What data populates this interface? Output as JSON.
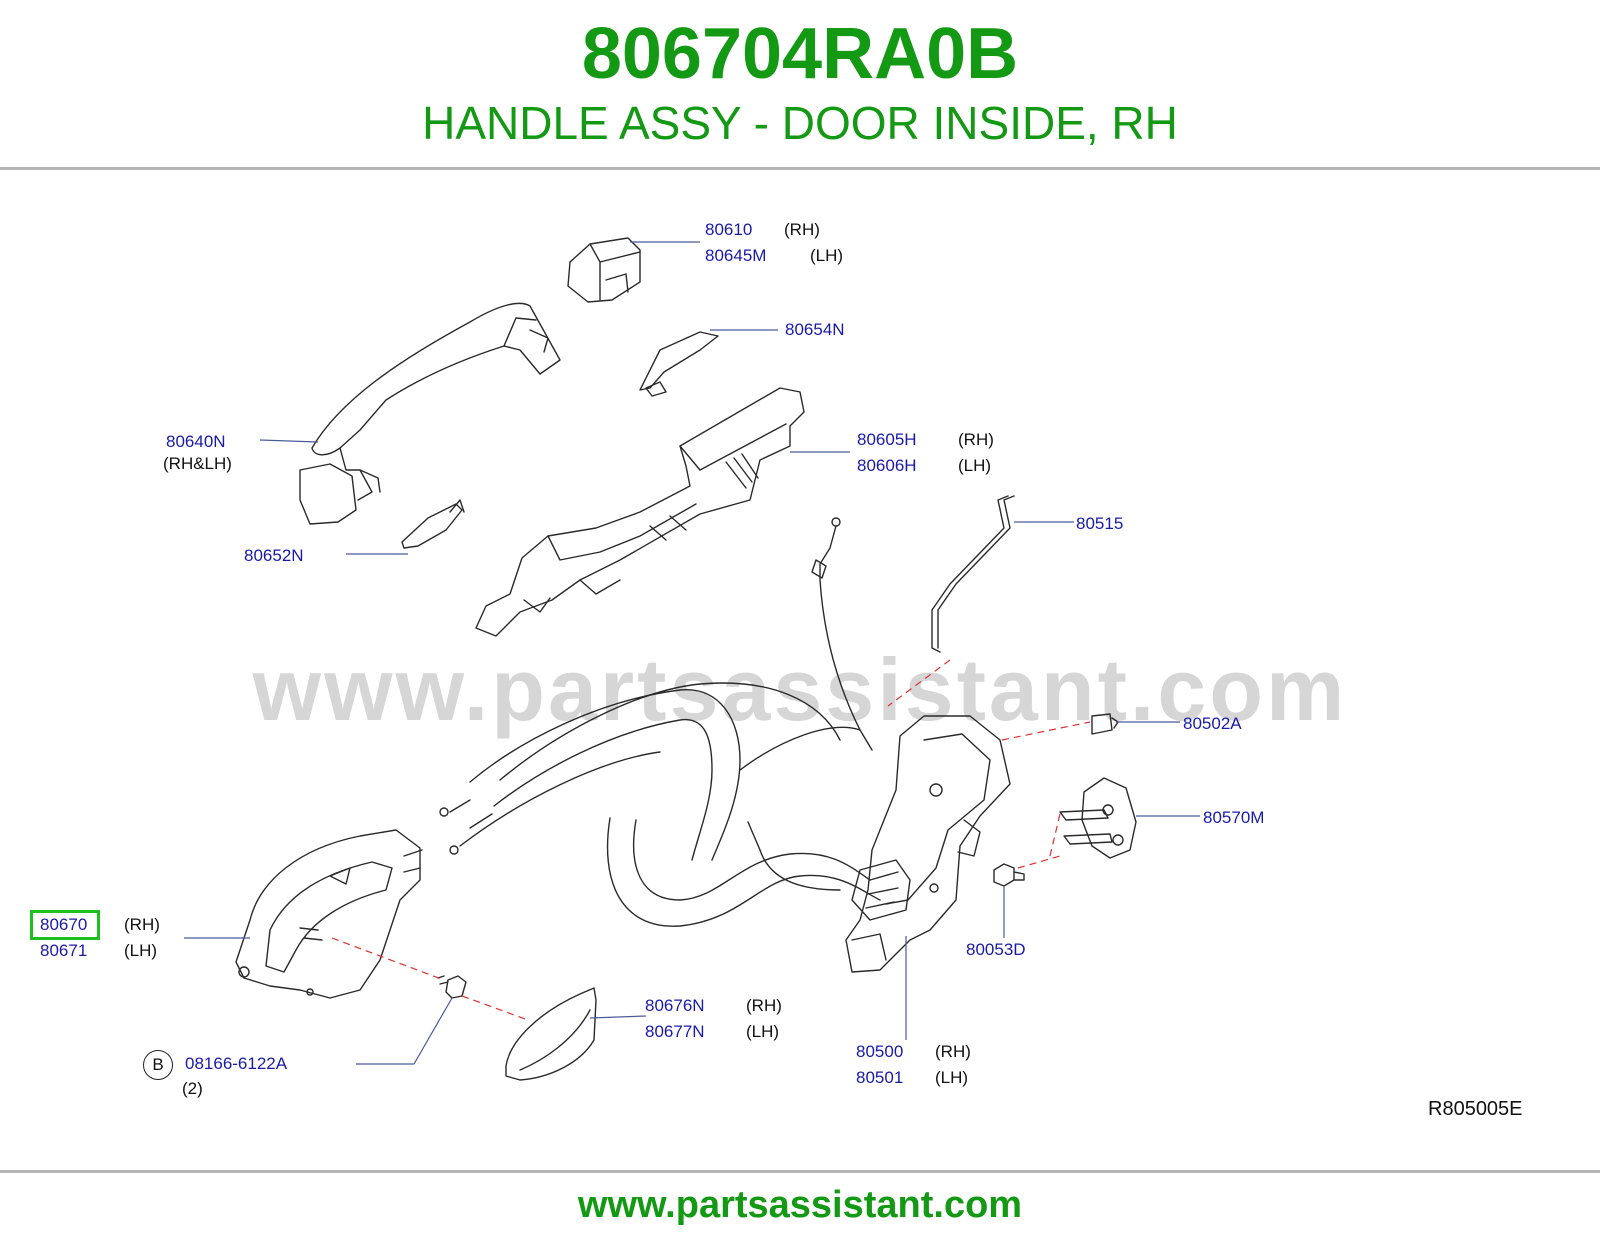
{
  "header": {
    "part_number": "806704RA0B",
    "description": "HANDLE ASSY - DOOR INSIDE, RH"
  },
  "watermark": "www.partsassistant.com",
  "callouts": {
    "c80610": "80610",
    "c80610_sfx": "(RH)",
    "c80645m": "80645M",
    "c80645m_sfx": "(LH)",
    "c80654n": "80654N",
    "c80640n": "80640N",
    "c80640n_sfx": "(RH&LH)",
    "c80605h": "80605H",
    "c80605h_sfx": "(RH)",
    "c80606h": "80606H",
    "c80606h_sfx": "(LH)",
    "c80515": "80515",
    "c80652n": "80652N",
    "c80502a": "80502A",
    "c80570m": "80570M",
    "c80670": "80670",
    "c80670_sfx": "(RH)",
    "c80671": "80671",
    "c80671_sfx": "(LH)",
    "c80053d": "80053D",
    "c80676n": "80676N",
    "c80676n_sfx": "(RH)",
    "c80677n": "80677N",
    "c80677n_sfx": "(LH)",
    "c80500": "80500",
    "c80500_sfx": "(RH)",
    "c80501": "80501",
    "c80501_sfx": "(LH)",
    "c08166": "08166-6122A",
    "c08166_qty": "(2)",
    "c08166_badge": "B"
  },
  "reference_code": "R805005E",
  "footer": {
    "url": "www.partsassistant.com"
  },
  "colors": {
    "brand_green": "#139913",
    "callout_blue": "#1a1aaa",
    "leader_red": "#e03030",
    "highlight_green": "#1dc11d"
  }
}
